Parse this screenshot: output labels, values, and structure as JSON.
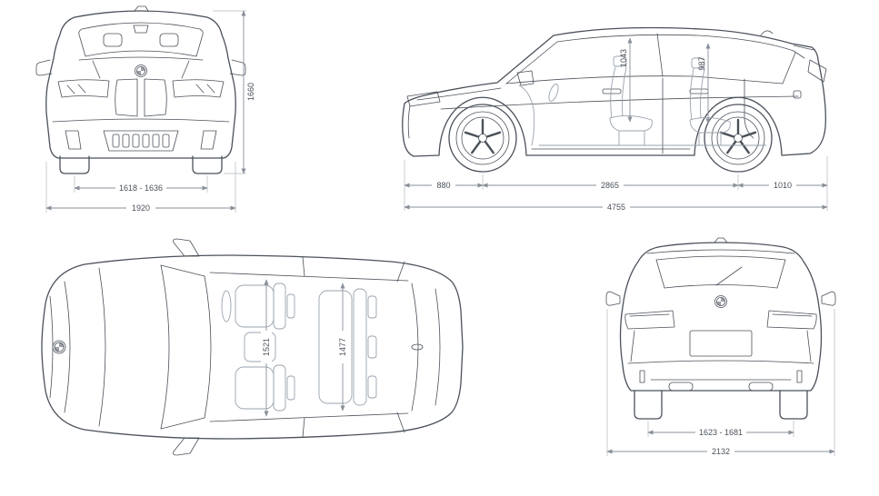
{
  "views": {
    "front": {
      "dims": {
        "height": "1660",
        "track": "1618 - 1636",
        "width": "1920"
      }
    },
    "side": {
      "dims": {
        "front_headroom": "1043",
        "rear_headroom": "987",
        "front_overhang": "880",
        "wheelbase": "2865",
        "rear_overhang": "1010",
        "length": "4755"
      }
    },
    "top": {
      "dims": {
        "front_interior_width": "1521",
        "rear_interior_width": "1477"
      }
    },
    "rear": {
      "dims": {
        "track": "1623 - 1681",
        "width": "2132"
      }
    }
  },
  "colors": {
    "car_line": "#4b515a",
    "dimension_line": "#8a9099",
    "background": "#ffffff"
  }
}
